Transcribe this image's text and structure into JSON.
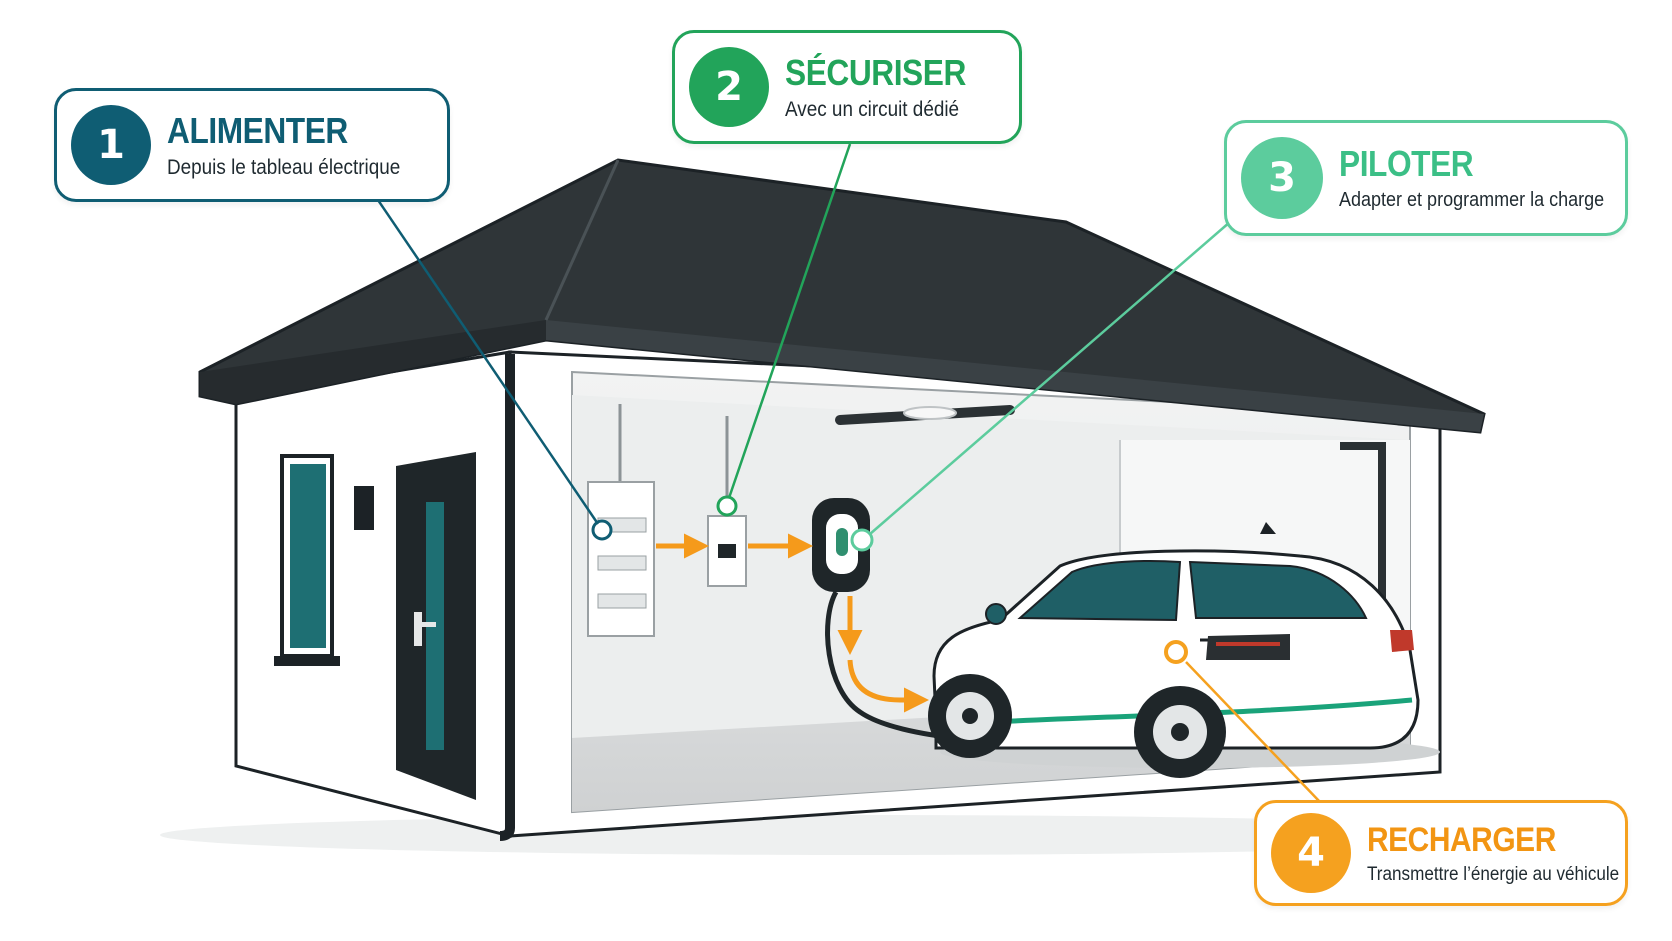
{
  "steps": [
    {
      "number": "1",
      "title": "ALIMENTER",
      "subtitle": "Depuis le tableau électrique",
      "color": "#0f5d73"
    },
    {
      "number": "2",
      "title": "SÉCURISER",
      "subtitle": "Avec un circuit dédié",
      "color": "#22a45a"
    },
    {
      "number": "3",
      "title": "PILOTER",
      "subtitle": "Adapter et programmer la charge",
      "color": "#5ccc9d"
    },
    {
      "number": "4",
      "title": "RECHARGER",
      "subtitle": "Transmettre l’énergie au véhicule",
      "color": "#f5a11f"
    }
  ],
  "colors": {
    "roof": "#2f3538",
    "flow_arrow": "#f59a1b",
    "accent_teal": "#1f8a8a",
    "car_stripe": "#1aa37a"
  }
}
